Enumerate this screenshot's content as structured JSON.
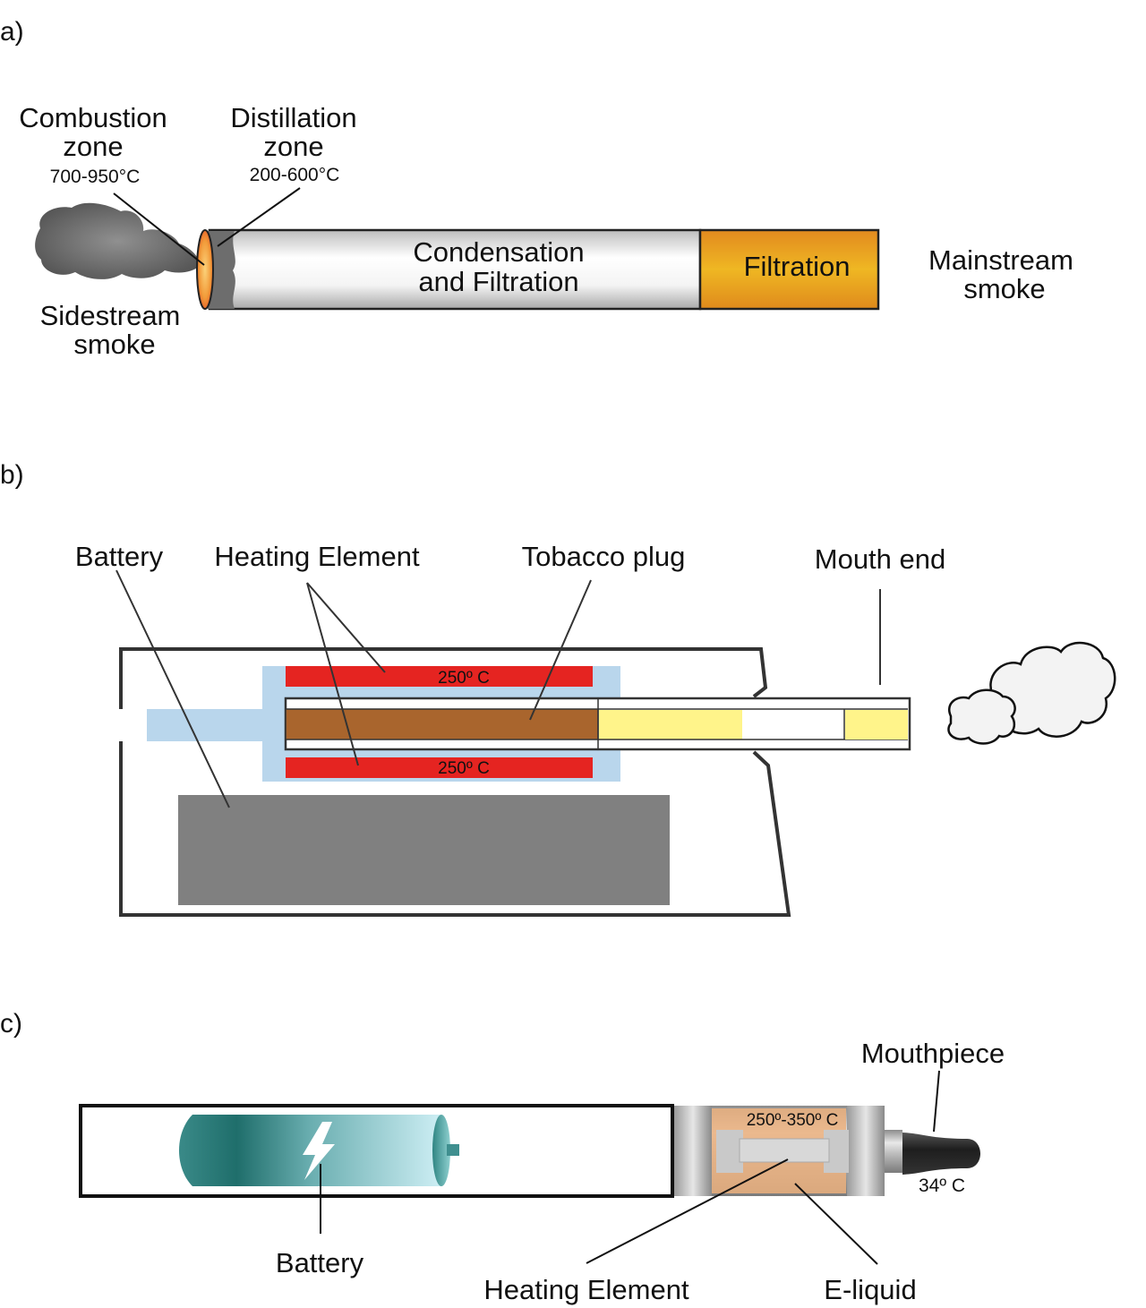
{
  "panels": {
    "a": {
      "label": "a)",
      "combustion_zone": {
        "line1": "Combustion",
        "line2": "zone",
        "temp": "700-950°C"
      },
      "distillation_zone": {
        "line1": "Distillation",
        "line2": "zone",
        "temp": "200-600°C"
      },
      "condensation": {
        "line1": "Condensation",
        "line2": "and Filtration"
      },
      "filtration": "Filtration",
      "mainstream_smoke": {
        "line1": "Mainstream",
        "line2": "smoke"
      },
      "sidestream_smoke": {
        "line1": "Sidestream",
        "line2": "smoke"
      }
    },
    "b": {
      "label": "b)",
      "battery": "Battery",
      "heating_element": "Heating Element",
      "tobacco_plug": "Tobacco plug",
      "mouth_end": "Mouth end",
      "heater_temp_top": "250º C",
      "heater_temp_bottom": "250º C"
    },
    "c": {
      "label": "c)",
      "mouthpiece": "Mouthpiece",
      "chamber_temp": "250º-350º C",
      "mouthpiece_temp": "34º C",
      "battery": "Battery",
      "heating_element": "Heating Element",
      "e_liquid": "E-liquid"
    }
  },
  "colors": {
    "outline": "#333333",
    "filter_orange": "#e8951f",
    "heater_red": "#e52421",
    "insulation_blue": "#b9d6ec",
    "tobacco_brown": "#a9652d",
    "filter_yellow": "#fff48a",
    "battery_gray": "#808080",
    "battery_teal": "#1f6f6f",
    "eliquid_orange": "#eeaa6a"
  }
}
